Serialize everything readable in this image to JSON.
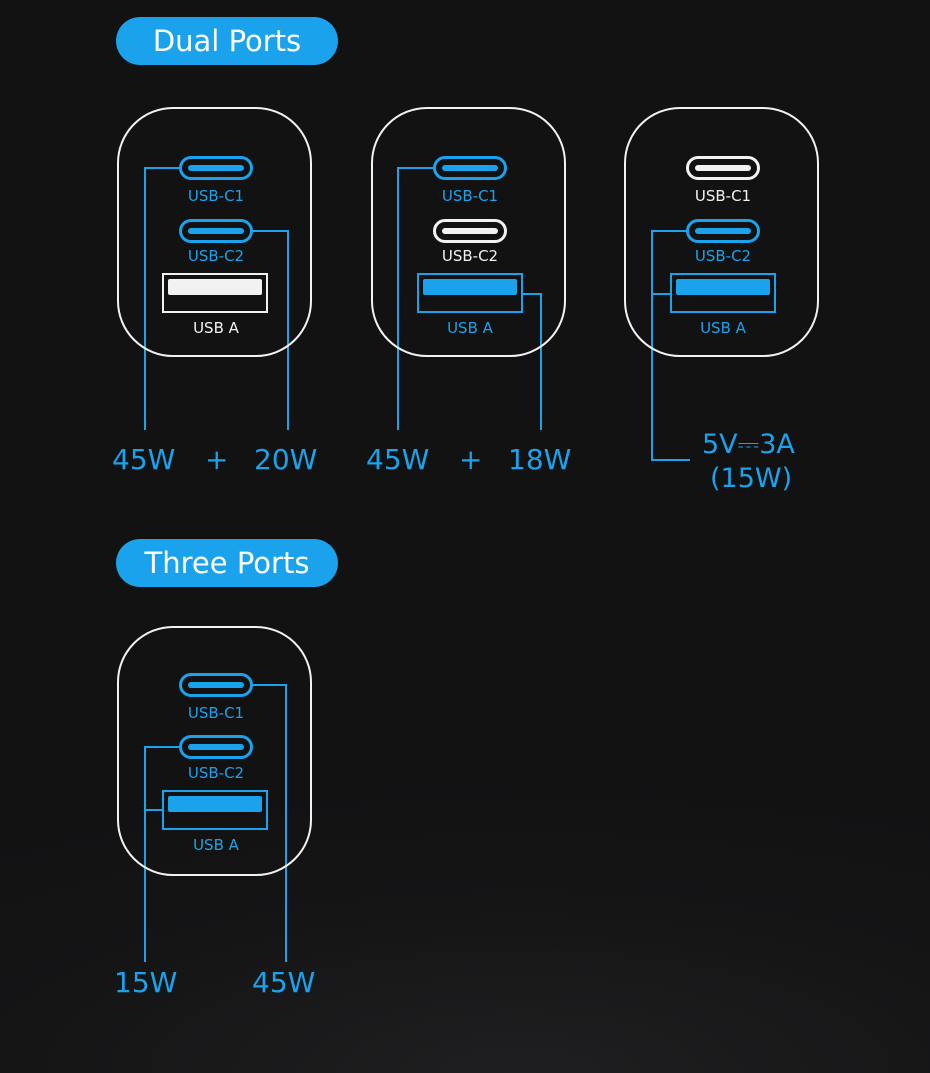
{
  "sections": {
    "dual": {
      "title": "Dual Ports"
    },
    "three": {
      "title": "Three Ports"
    }
  },
  "port_labels": {
    "c1": "USB-C1",
    "c2": "USB-C2",
    "a": "USB A"
  },
  "colors": {
    "accent": "#1aa3ec",
    "outline": "#f2f2f2",
    "background": "#131314"
  },
  "diagrams": {
    "d1": {
      "w1": "45W",
      "plus": "+",
      "w2": "20W"
    },
    "d2": {
      "w1": "45W",
      "plus": "+",
      "w2": "18W"
    },
    "d3": {
      "line1": "5V⎓3A",
      "line2": "(15W)"
    },
    "t1": {
      "w1": "15W",
      "w2": "45W"
    }
  }
}
